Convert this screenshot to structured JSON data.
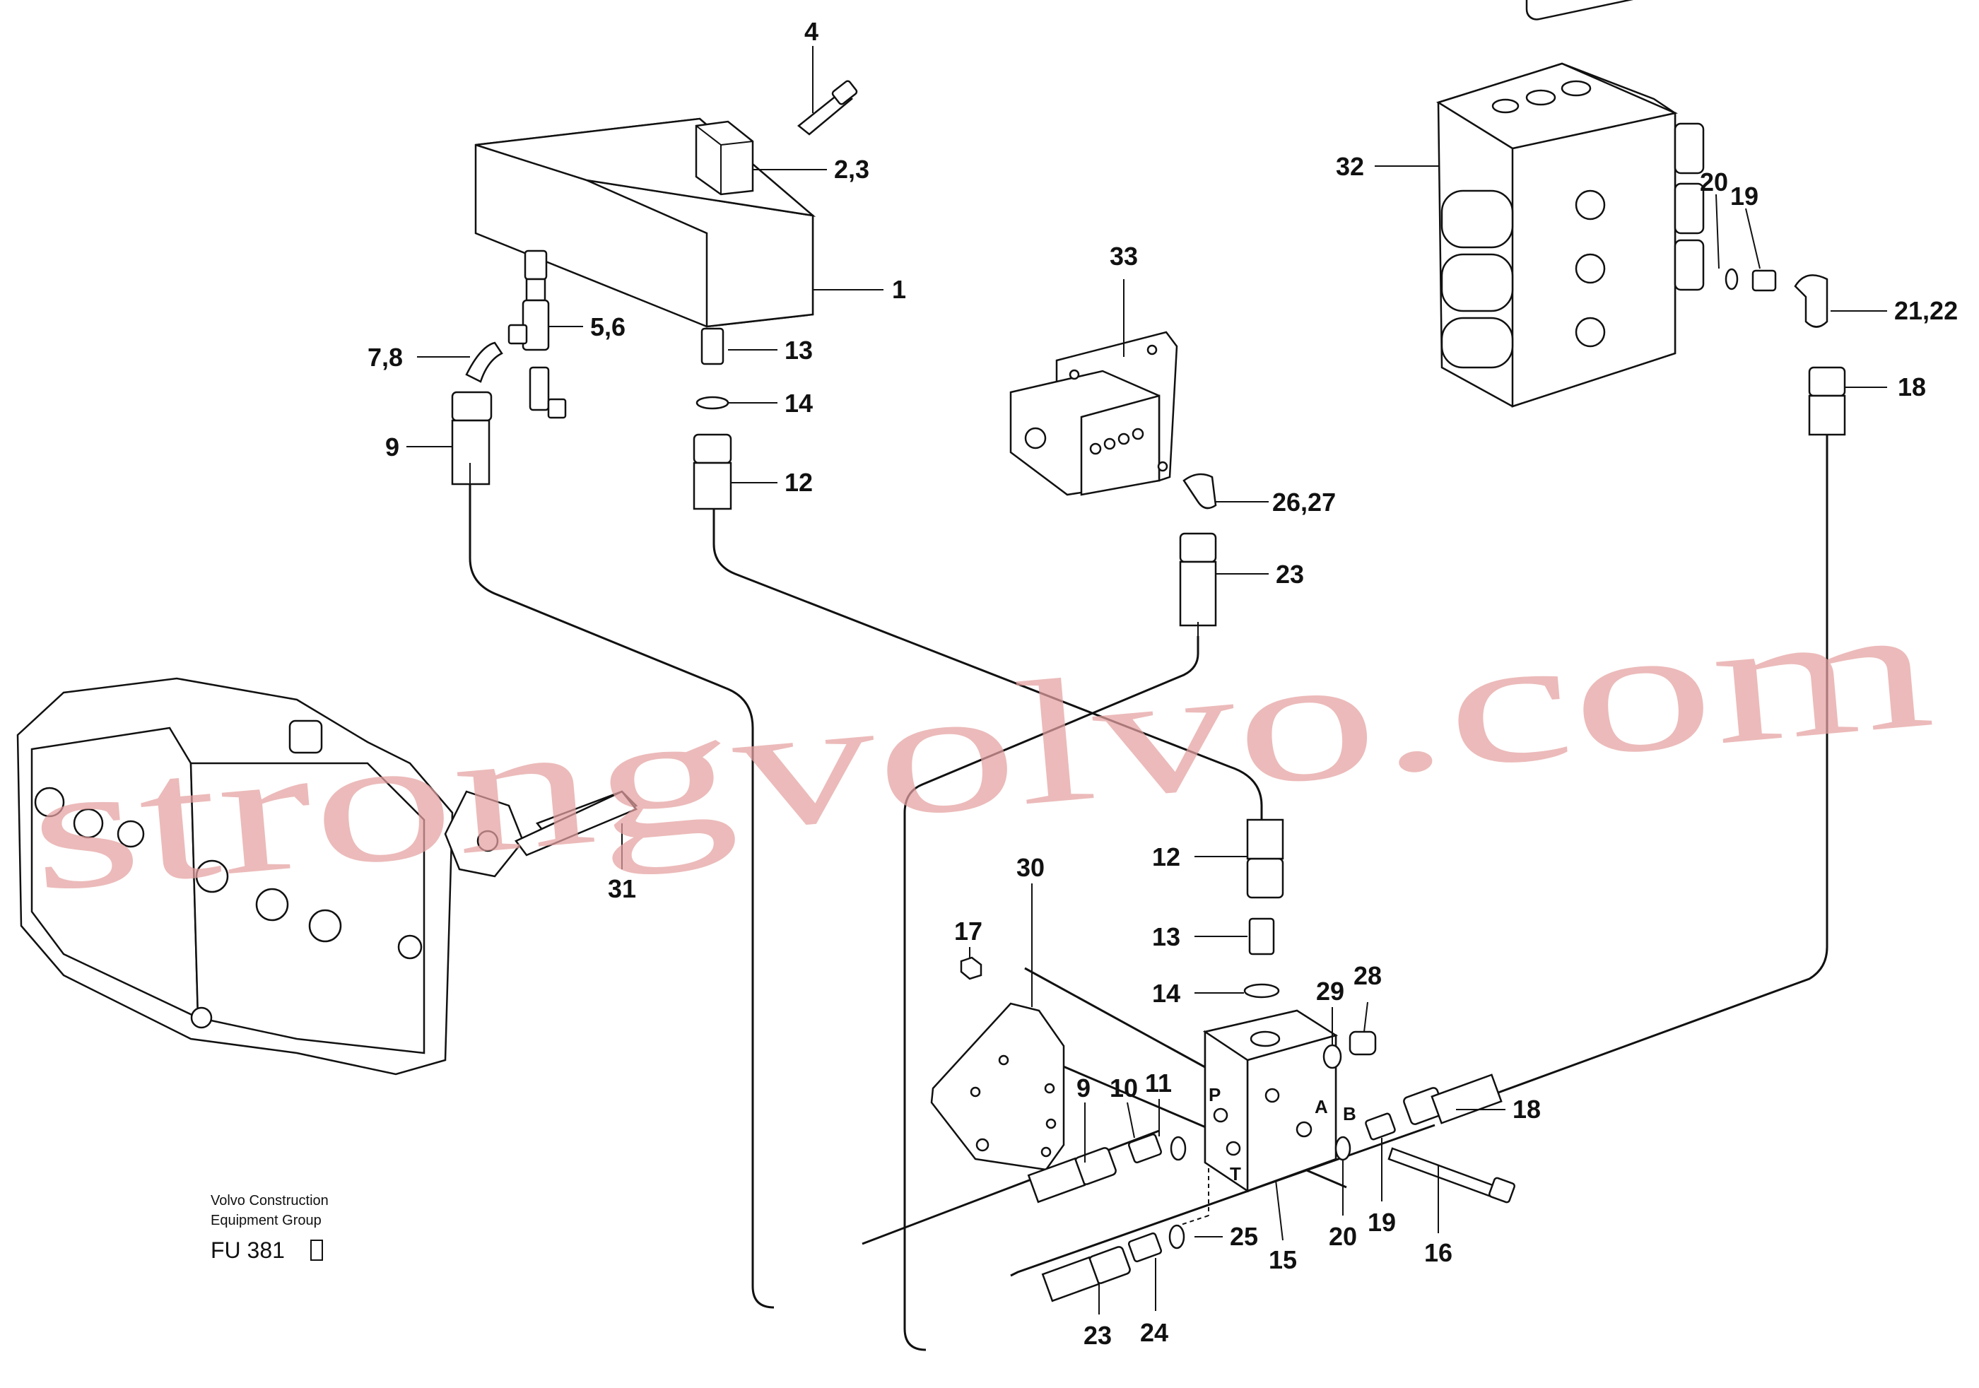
{
  "watermark": "strongvolvo.com",
  "caption": {
    "line1": "Volvo Construction",
    "line2": "Equipment Group",
    "code": "FU 381"
  },
  "ports": {
    "p": "P",
    "t": "T",
    "b": "B",
    "a": "A"
  },
  "callouts": [
    {
      "id": "c1",
      "text": "1"
    },
    {
      "id": "c2",
      "text": "2,3"
    },
    {
      "id": "c4",
      "text": "4"
    },
    {
      "id": "c5",
      "text": "5,6"
    },
    {
      "id": "c7",
      "text": "7,8"
    },
    {
      "id": "c9a",
      "text": "9"
    },
    {
      "id": "c13a",
      "text": "13"
    },
    {
      "id": "c14a",
      "text": "14"
    },
    {
      "id": "c12a",
      "text": "12"
    },
    {
      "id": "c33",
      "text": "33"
    },
    {
      "id": "c26",
      "text": "26,27"
    },
    {
      "id": "c23a",
      "text": "23"
    },
    {
      "id": "c32",
      "text": "32"
    },
    {
      "id": "c20a",
      "text": "20"
    },
    {
      "id": "c19a",
      "text": "19"
    },
    {
      "id": "c21",
      "text": "21,22"
    },
    {
      "id": "c18a",
      "text": "18"
    },
    {
      "id": "c31",
      "text": "31"
    },
    {
      "id": "c12b",
      "text": "12"
    },
    {
      "id": "c13b",
      "text": "13"
    },
    {
      "id": "c14b",
      "text": "14"
    },
    {
      "id": "c17",
      "text": "17"
    },
    {
      "id": "c30",
      "text": "30"
    },
    {
      "id": "c29",
      "text": "29"
    },
    {
      "id": "c28",
      "text": "28"
    },
    {
      "id": "c9b",
      "text": "9"
    },
    {
      "id": "c10",
      "text": "10"
    },
    {
      "id": "c11",
      "text": "11"
    },
    {
      "id": "c18b",
      "text": "18"
    },
    {
      "id": "c25",
      "text": "25"
    },
    {
      "id": "c15",
      "text": "15"
    },
    {
      "id": "c20b",
      "text": "20"
    },
    {
      "id": "c19b",
      "text": "19"
    },
    {
      "id": "c16",
      "text": "16"
    },
    {
      "id": "c23b",
      "text": "23"
    },
    {
      "id": "c24",
      "text": "24"
    }
  ]
}
